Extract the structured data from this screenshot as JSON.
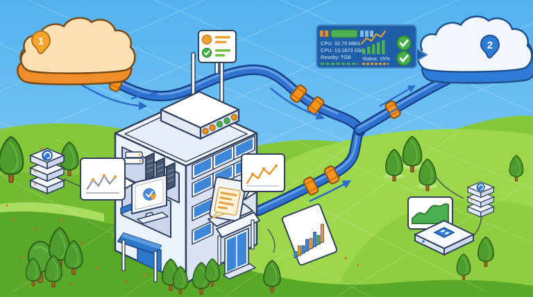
{
  "scene": {
    "description": "Isometric illustration: data flows from cloud 1 through a data-center building via blue pipes to cloud 2",
    "cloud_source_badge": "1",
    "cloud_destination_badge": "2",
    "status_panel": {
      "metric_line_1": "CPU: 32.75 MB/s",
      "metric_line_2": "CPU: 13,1873 Gbiz",
      "metric_line_3": "Resolty: TGB",
      "status_label": "Status: 15%"
    },
    "icons": {
      "check-icon": "✓",
      "sync-icon": "↻",
      "pie-gauge-icon": "pie wedge on monitor",
      "led-dots": "orange/green router LEDs"
    },
    "colors": {
      "sky": "#5FB9F0",
      "grass_light": "#9CD74C",
      "grass_mid": "#84C73A",
      "grass_dark": "#5AA828",
      "pipe_blue": "#3173D1",
      "coupling_orange": "#F5941F",
      "cloud_source_fill": "#EF8E2A",
      "cloud_destination_fill": "#2E7CD8",
      "panel_bg": "#1E5FA8",
      "success_green": "#47B14B",
      "accent_orange": "#F0A030"
    }
  },
  "chart_data": [
    {
      "type": "bar",
      "title": "status-panel-mini-bars",
      "values": [
        8,
        11,
        14,
        17,
        20
      ],
      "color": "#4CAF50"
    },
    {
      "type": "line",
      "title": "status-panel-overlay-line",
      "values": [
        15,
        23,
        19,
        29,
        25,
        33
      ],
      "color": "#F0A030"
    },
    {
      "type": "line",
      "title": "left-metric-card",
      "values": [
        16,
        29,
        20,
        35,
        23,
        33
      ],
      "color": "#8A93A6",
      "marker_color": "#F0A030"
    },
    {
      "type": "line",
      "title": "building-metric-card",
      "values": [
        12,
        25,
        19,
        33,
        25,
        37
      ],
      "color": "#E8972B"
    },
    {
      "type": "bar",
      "title": "bar-chart-card",
      "values": [
        9,
        14,
        11,
        17,
        15,
        21,
        13,
        26
      ],
      "colors": [
        "blue",
        "orange",
        "blue",
        "blue",
        "orange",
        "blue",
        "green",
        "orange"
      ]
    },
    {
      "type": "area",
      "title": "edge-device-card",
      "values": [
        7,
        11,
        18,
        14,
        25,
        28,
        22,
        27,
        27
      ],
      "color": "#4CAF50"
    }
  ]
}
